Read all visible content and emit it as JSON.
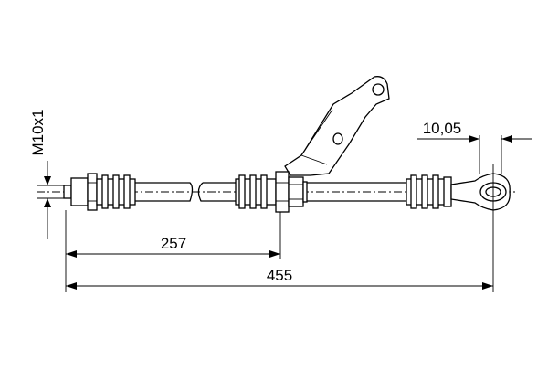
{
  "dimensions": {
    "thread": "M10x1",
    "width": "10,05",
    "length_short": "257",
    "length_total": "455"
  },
  "colors": {
    "line": "#000000",
    "background": "#ffffff"
  }
}
